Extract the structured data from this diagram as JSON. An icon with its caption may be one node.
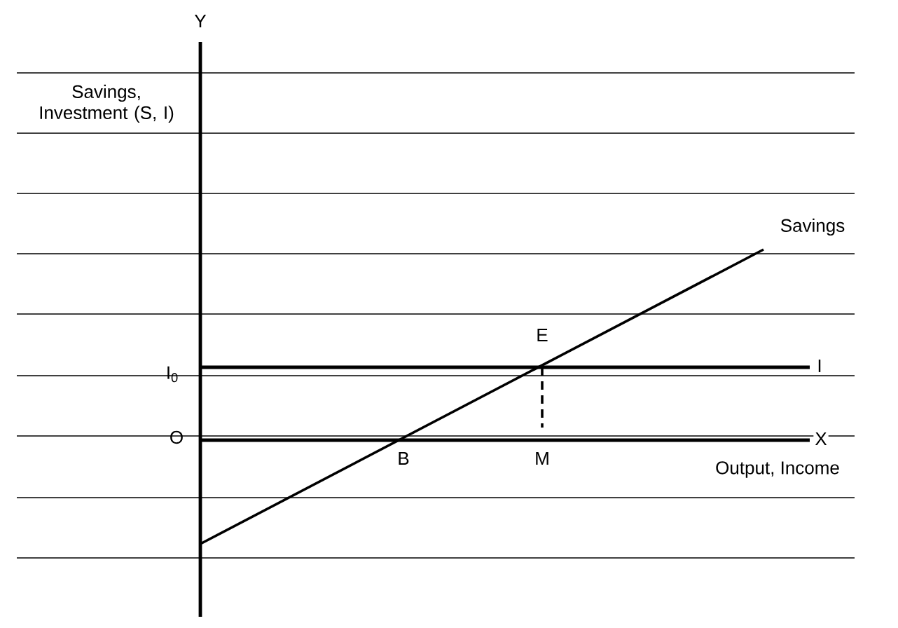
{
  "diagram": {
    "labels": [
      "Y",
      "Savings, Investment (S, I)",
      "Savings",
      "E",
      "I$_{0}$",
      "I",
      "O",
      "X",
      "B",
      "M",
      "Output, Income"
    ]
  }
}
